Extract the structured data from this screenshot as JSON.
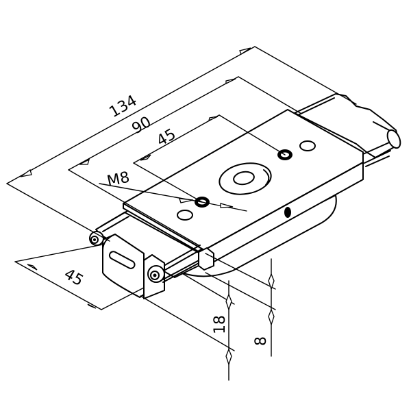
{
  "drawing": {
    "type": "isometric technical drawing",
    "subject": "carriage / slide block with rollers",
    "line_color": "#000000",
    "background": "#ffffff"
  },
  "dimensions": {
    "overall_length": "134",
    "hole_spacing_90": "90",
    "hole_spacing_45_top": "45",
    "thread": "M8",
    "width_45": "45",
    "height_18": "18",
    "height_8": "8"
  }
}
